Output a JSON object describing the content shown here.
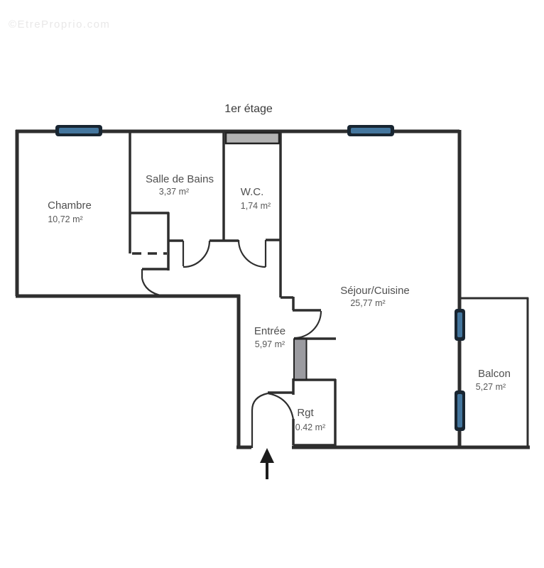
{
  "watermark": "©EtreProprio.com",
  "title": "1er étage",
  "rooms": {
    "chambre": {
      "name": "Chambre",
      "area": "10,72  m²"
    },
    "salle_de_bains": {
      "name": "Salle de Bains",
      "area": "3,37  m²"
    },
    "wc": {
      "name": "W.C.",
      "area": "1,74  m²"
    },
    "sejour_cuisine": {
      "name": "Séjour/Cuisine",
      "area": "25,77  m²"
    },
    "entree": {
      "name": "Entrée",
      "area": "5,97  m²"
    },
    "rgt": {
      "name": "Rgt",
      "area": "0.42  m²"
    },
    "balcon": {
      "name": "Balcon",
      "area": "5,27  m²"
    }
  },
  "colors": {
    "wall": "#2e2e2e",
    "window_frame": "#182531",
    "window_glass": "#44769e",
    "shaft_fill": "#b3b3b3",
    "door_slab_fill": "#9b9ba0",
    "text": "#4f4f4f",
    "watermark": "#e9e8e8"
  }
}
